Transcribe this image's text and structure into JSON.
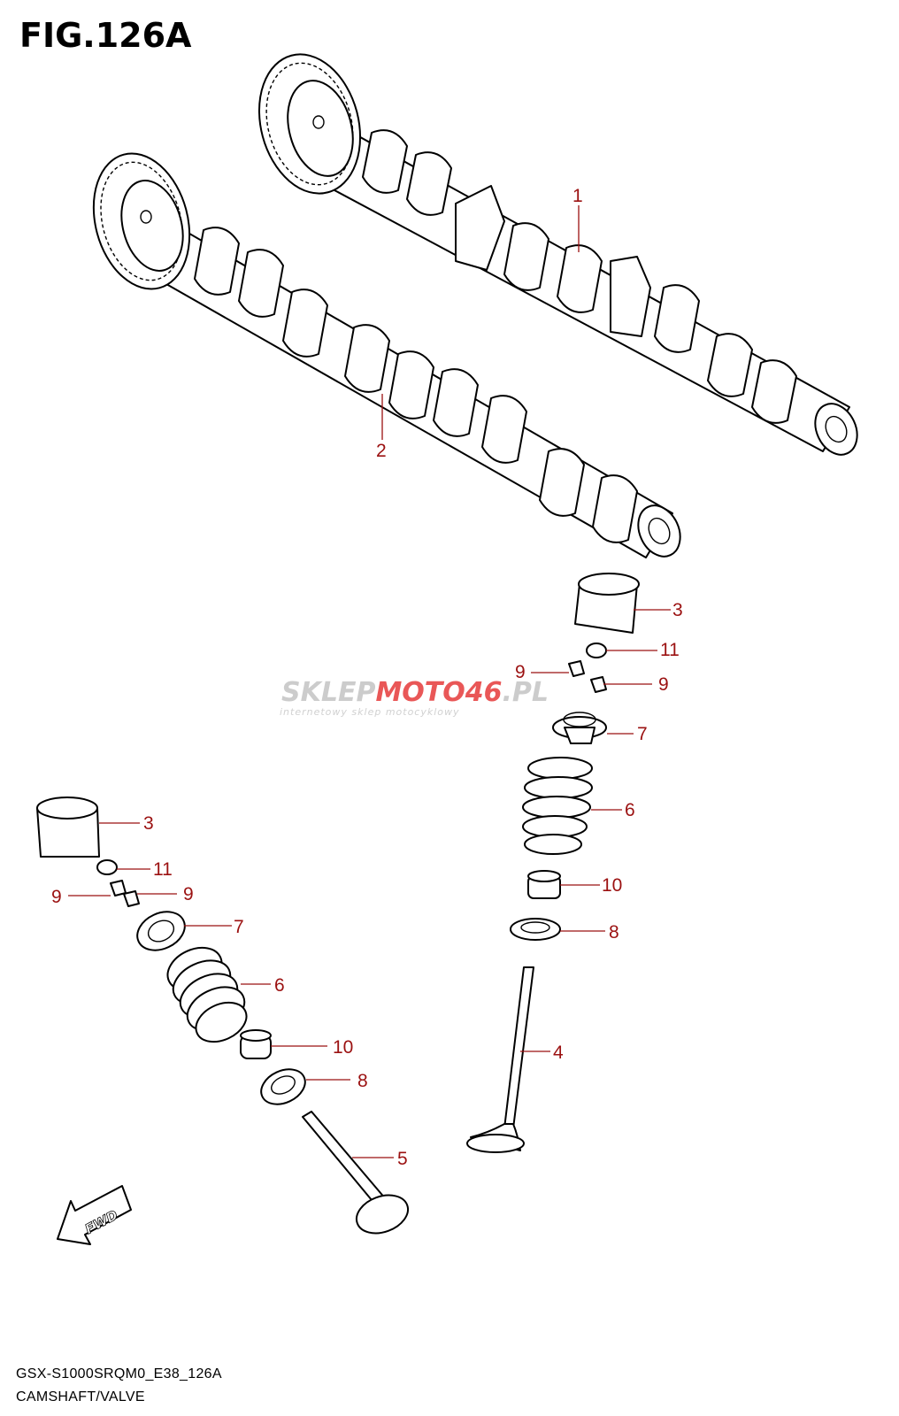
{
  "figure": {
    "title": "FIG.126A",
    "model_code": "GSX-S1000SRQM0_E38_126A",
    "section_name": "CAMSHAFT/VALVE"
  },
  "watermark": {
    "brand_part1": "SKLEP",
    "brand_part2": "MOTO",
    "brand_part3": "46",
    "brand_part4": ".PL",
    "tagline": "internetowy sklep motocyklowy"
  },
  "fwd_label": "FWD",
  "callouts": [
    {
      "id": "c1",
      "number": "1"
    },
    {
      "id": "c2",
      "number": "2"
    },
    {
      "id": "c3a",
      "number": "3"
    },
    {
      "id": "c11a",
      "number": "11"
    },
    {
      "id": "c9a",
      "number": "9"
    },
    {
      "id": "c9b",
      "number": "9"
    },
    {
      "id": "c7a",
      "number": "7"
    },
    {
      "id": "c6a",
      "number": "6"
    },
    {
      "id": "c10a",
      "number": "10"
    },
    {
      "id": "c8a",
      "number": "8"
    },
    {
      "id": "c4",
      "number": "4"
    },
    {
      "id": "c3b",
      "number": "3"
    },
    {
      "id": "c11b",
      "number": "11"
    },
    {
      "id": "c9c",
      "number": "9"
    },
    {
      "id": "c9d",
      "number": "9"
    },
    {
      "id": "c7b",
      "number": "7"
    },
    {
      "id": "c6b",
      "number": "6"
    },
    {
      "id": "c10b",
      "number": "10"
    },
    {
      "id": "c8b",
      "number": "8"
    },
    {
      "id": "c5",
      "number": "5"
    }
  ],
  "colors": {
    "callout": "#9b1111",
    "watermark_gray": "#c4c4c4",
    "watermark_red": "#e63a3a"
  }
}
